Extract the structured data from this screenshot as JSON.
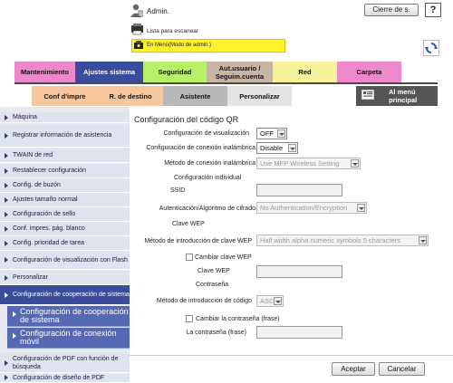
{
  "header": {
    "user_label": "Admin.",
    "logout_label": "Cierre de s.",
    "help_label": "?",
    "status_label": "Lista para escanear",
    "mode_label": "En Menú(Modo de admin.)"
  },
  "tabs_row1": [
    {
      "label": "Mantenimiento",
      "color": "#ee88cc"
    },
    {
      "label": "Ajustes sistema",
      "color": "#3a4d9a",
      "active": true
    },
    {
      "label": "Seguridad",
      "color": "#b8f06a"
    },
    {
      "label": "Aut.usuario / Seguim.cuenta",
      "color": "#c8b6a5"
    },
    {
      "label": "Red",
      "color": "#f7f29a"
    },
    {
      "label": "Carpeta",
      "color": "#ee88cc"
    }
  ],
  "tabs_row2": [
    {
      "label": "Conf d'impre",
      "color": "#f6c69c"
    },
    {
      "label": "R. de destino",
      "color": "#f6c69c"
    },
    {
      "label": "Asistente",
      "color": "#b8b8b8"
    },
    {
      "label": "Personalizar",
      "color": "#e3e3e3"
    },
    {
      "label": "Al menú principal",
      "color": "#555555"
    }
  ],
  "sidebar": {
    "items": [
      "Máquina",
      "Registrar información de asistencia",
      "TWAIN de red",
      "Restablecer configuración",
      "Config. de buzón",
      "Ajustes tamaño normal",
      "Configuración de sello",
      "Conf. impres. pág. blanco",
      "Config. prioridad de tarea",
      "Configuración de visualización con Flash",
      "Personalizar",
      "Configuración de cooperación de sistema",
      "Configuración de PDF con función de búsqueda",
      "Configuración de diseño de PDF"
    ],
    "subitems": [
      "Configuración de cooperación de sistema",
      "Configuración de conexión móvil"
    ]
  },
  "main": {
    "title": "Configuración del código QR",
    "display_setting_label": "Configuración de visualización",
    "display_setting_value": "OFF",
    "wireless_label": "Configuración de conexión inalámbrica",
    "wireless_value": "Disable",
    "wireless_method_label": "Método de conexión inalámbrica",
    "wireless_method_value": "Use MFP Wireless Setting",
    "individual_label": "Configuración individual",
    "ssid_label": "SSID",
    "auth_label": "Autenticación/Algoritmo de cifrado",
    "auth_value": "No Authentication/Encryption",
    "wep_key_label": "Clave WEP",
    "wep_method_label": "Método de introducción de clave WEP",
    "wep_method_value": "Half width alpha numeric symbols 5 characters",
    "change_wep_label": "Cambiar clave WEP",
    "wep_field_label": "Clave WEP",
    "password_label": "Contraseña",
    "code_method_label": "Método de introducción de código",
    "code_method_value": "ASCII",
    "change_password_label": "Cambiar la contraseña (frase)",
    "password_phrase_label": "La contraseña (frase)",
    "accept_label": "Aceptar",
    "cancel_label": "Cancelar"
  }
}
